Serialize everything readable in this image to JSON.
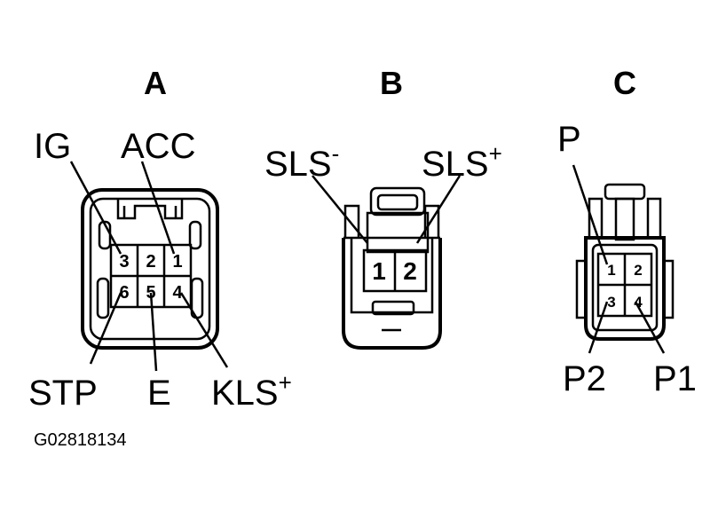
{
  "connectors": {
    "a": {
      "title": "A",
      "labels": {
        "ig": "IG",
        "acc": "ACC",
        "stp": "STP",
        "e": "E",
        "kls": "KLS",
        "kls_sign": "+"
      },
      "pins": [
        "3",
        "2",
        "1",
        "6",
        "5",
        "4"
      ]
    },
    "b": {
      "title": "B",
      "labels": {
        "sls_minus": "SLS",
        "sls_minus_sign": "-",
        "sls_plus": "SLS",
        "sls_plus_sign": "+"
      },
      "pins": [
        "1",
        "2"
      ]
    },
    "c": {
      "title": "C",
      "labels": {
        "p": "P",
        "p2": "P2",
        "p1": "P1"
      },
      "pins": [
        "1",
        "2",
        "3",
        "4"
      ]
    }
  },
  "figure_code": "G02818134"
}
